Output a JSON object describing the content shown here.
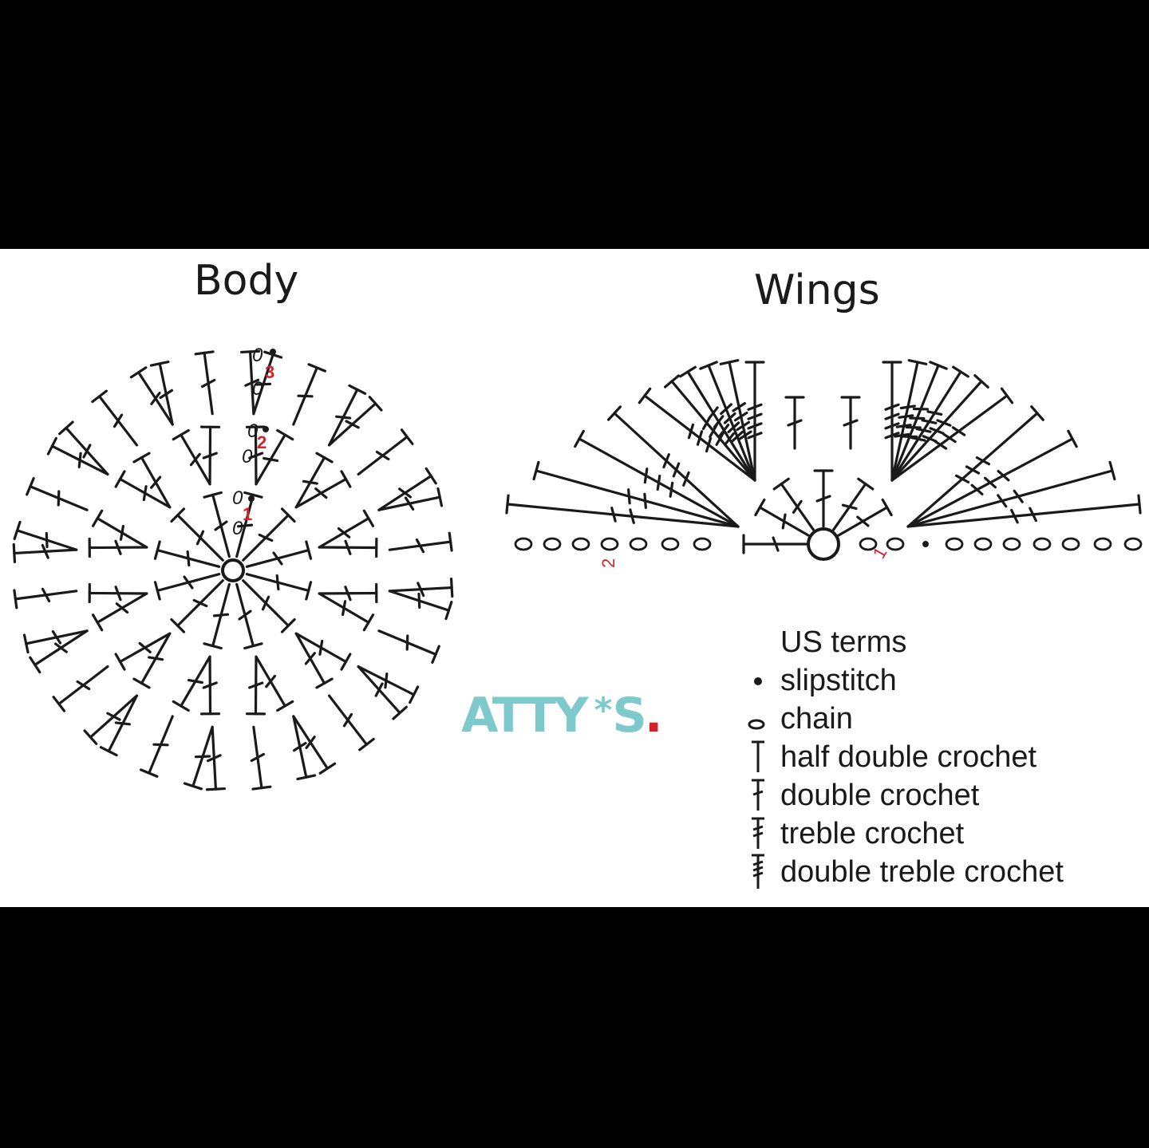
{
  "titles": {
    "body": "Body",
    "wings": "Wings"
  },
  "body_chart": {
    "row_labels": [
      "1",
      "2",
      "3"
    ],
    "chain_marks": [
      "0",
      "0",
      "0",
      "0",
      "0",
      "0"
    ]
  },
  "wings_chart": {
    "row_labels": [
      "2",
      "1"
    ]
  },
  "brand": {
    "name": "ATTY",
    "star": "*",
    "suffix": "S",
    "dot": "."
  },
  "legend": {
    "heading": "US terms",
    "items": [
      {
        "symbol": "dot-icon",
        "label": "slipstitch"
      },
      {
        "symbol": "chain-icon",
        "label": "chain"
      },
      {
        "symbol": "hdc-icon",
        "label": "half double crochet"
      },
      {
        "symbol": "dc-icon",
        "label": "double crochet"
      },
      {
        "symbol": "tr-icon",
        "label": "treble crochet"
      },
      {
        "symbol": "dtr-icon",
        "label": "double treble crochet"
      }
    ]
  },
  "colors": {
    "background": "#000000",
    "panel": "#ffffff",
    "ink": "#1a1a1a",
    "row_number": "#d2232a",
    "brand": "#7ec9cc",
    "brand_dot": "#d2232a"
  }
}
